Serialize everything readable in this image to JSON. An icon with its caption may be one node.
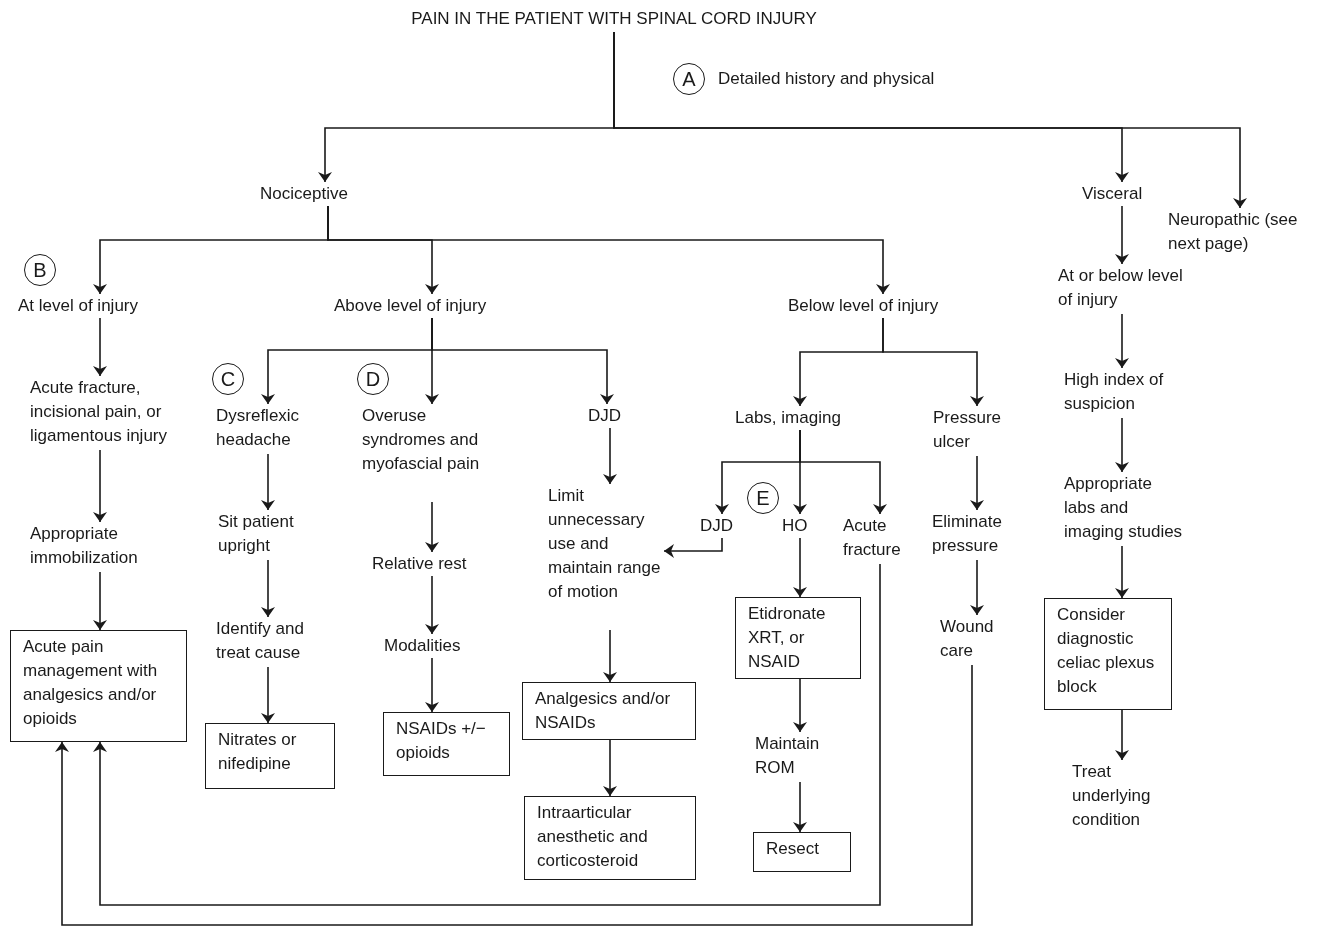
{
  "diagram": {
    "nodes": [
      {
        "text": [
          "PAIN IN THE PATIENT WITH SPINAL CORD INJURY"
        ]
      },
      {
        "text": [
          "A"
        ],
        "beside": [
          "Detailed history and physical"
        ]
      },
      {
        "text": [
          "Nociceptive"
        ]
      },
      {
        "text": [
          "Visceral"
        ]
      },
      {
        "text": [
          "Neuropathic (see next page)"
        ]
      },
      {
        "text": [
          "B"
        ]
      },
      {
        "text": [
          "At level of injury"
        ]
      },
      {
        "text": [
          "Above level of injury"
        ]
      },
      {
        "text": [
          "Below level of injury"
        ]
      },
      {
        "text": [
          "C"
        ]
      },
      {
        "text": [
          "Dysreflexic headache"
        ]
      },
      {
        "text": [
          "D"
        ]
      },
      {
        "text": [
          "Overuse syndromes and myofascial pain"
        ]
      },
      {
        "text": [
          "DJD"
        ]
      },
      {
        "text": [
          "Labs, imaging"
        ]
      },
      {
        "text": [
          "Pressure ulcer"
        ]
      },
      {
        "text": [
          "E"
        ]
      },
      {
        "text": [
          "DJD"
        ]
      },
      {
        "text": [
          "HO"
        ]
      },
      {
        "text": [
          "Acute fracture"
        ]
      },
      {
        "text": [
          "Limit unnecessary use and maintain range of motion"
        ]
      },
      {
        "text": [
          "At or below level of injury"
        ]
      },
      {
        "text": [
          "High index of suspicion"
        ]
      },
      {
        "text": [
          "Appropriate labs and imaging studies"
        ]
      },
      {
        "text": [
          "Consider diagnostic celiac plexus block"
        ]
      },
      {
        "text": [
          "Treat underlying condition"
        ]
      },
      {
        "text": [
          "Acute fracture, incisional pain, or ligamentous injury"
        ]
      },
      {
        "text": [
          "Appropriate immobilization"
        ]
      },
      {
        "text": [
          "Acute pain management with analgesics and/or opioids"
        ]
      },
      {
        "text": [
          "Sit patient upright"
        ]
      },
      {
        "text": [
          "Identify and treat cause"
        ]
      },
      {
        "text": [
          "Nitrates or nifedipine"
        ]
      },
      {
        "text": [
          "Relative rest"
        ]
      },
      {
        "text": [
          "Modalities"
        ]
      },
      {
        "text": [
          "NSAIDs +/− opioids"
        ]
      },
      {
        "text": [
          "Analgesics and/or NSAIDs"
        ]
      },
      {
        "text": [
          "Intraarticular anesthetic and corticosteroid"
        ]
      },
      {
        "text": [
          "Etidronate XRT, or NSAID"
        ]
      },
      {
        "text": [
          "Maintain ROM"
        ]
      },
      {
        "text": [
          "Resect"
        ]
      },
      {
        "text": [
          "Eliminate pressure"
        ]
      },
      {
        "text": [
          "Wound care"
        ]
      }
    ],
    "edges": [
      {
        "from": 0,
        "to": 2,
        "arrow": "to"
      },
      {
        "from": 0,
        "to": 3,
        "arrow": "to"
      },
      {
        "from": 0,
        "to": 4,
        "arrow": "to"
      },
      {
        "from": 2,
        "to": 6,
        "arrow": "to"
      },
      {
        "from": 2,
        "to": 7,
        "arrow": "to"
      },
      {
        "from": 2,
        "to": 8,
        "arrow": "to"
      },
      {
        "from": 7,
        "to": 10,
        "arrow": "to"
      },
      {
        "from": 7,
        "to": 12,
        "arrow": "to"
      },
      {
        "from": 7,
        "to": 13,
        "arrow": "to"
      },
      {
        "from": 8,
        "to": 14,
        "arrow": "to"
      },
      {
        "from": 8,
        "to": 15,
        "arrow": "to"
      },
      {
        "from": 14,
        "to": 17,
        "arrow": "to"
      },
      {
        "from": 14,
        "to": 18,
        "arrow": "to"
      },
      {
        "from": 14,
        "to": 19,
        "arrow": "to"
      },
      {
        "from": 17,
        "to": 20,
        "arrow": "to"
      },
      {
        "from": 13,
        "to": 20,
        "arrow": "to"
      },
      {
        "from": 3,
        "to": 21,
        "arrow": "to"
      },
      {
        "from": 21,
        "to": 22,
        "arrow": "to"
      },
      {
        "from": 22,
        "to": 23,
        "arrow": "to"
      },
      {
        "from": 23,
        "to": 24,
        "arrow": "to"
      },
      {
        "from": 24,
        "to": 25,
        "arrow": "to"
      },
      {
        "from": 6,
        "to": 26,
        "arrow": "to"
      },
      {
        "from": 26,
        "to": 27,
        "arrow": "to"
      },
      {
        "from": 27,
        "to": 28,
        "arrow": "to"
      },
      {
        "from": 10,
        "to": 29,
        "arrow": "to"
      },
      {
        "from": 29,
        "to": 30,
        "arrow": "to"
      },
      {
        "from": 30,
        "to": 31,
        "arrow": "to"
      },
      {
        "from": 12,
        "to": 32,
        "arrow": "to"
      },
      {
        "from": 32,
        "to": 33,
        "arrow": "to"
      },
      {
        "from": 33,
        "to": 34,
        "arrow": "to"
      },
      {
        "from": 20,
        "to": 35,
        "arrow": "to"
      },
      {
        "from": 35,
        "to": 36,
        "arrow": "to"
      },
      {
        "from": 18,
        "to": 37,
        "arrow": "to"
      },
      {
        "from": 37,
        "to": 38,
        "arrow": "to"
      },
      {
        "from": 38,
        "to": 39,
        "arrow": "to"
      },
      {
        "from": 15,
        "to": 40,
        "arrow": "to"
      },
      {
        "from": 40,
        "to": 41,
        "arrow": "to"
      },
      {
        "from": 19,
        "to": 28,
        "arrow": "to"
      },
      {
        "from": 41,
        "to": 28,
        "arrow": "to"
      }
    ]
  }
}
